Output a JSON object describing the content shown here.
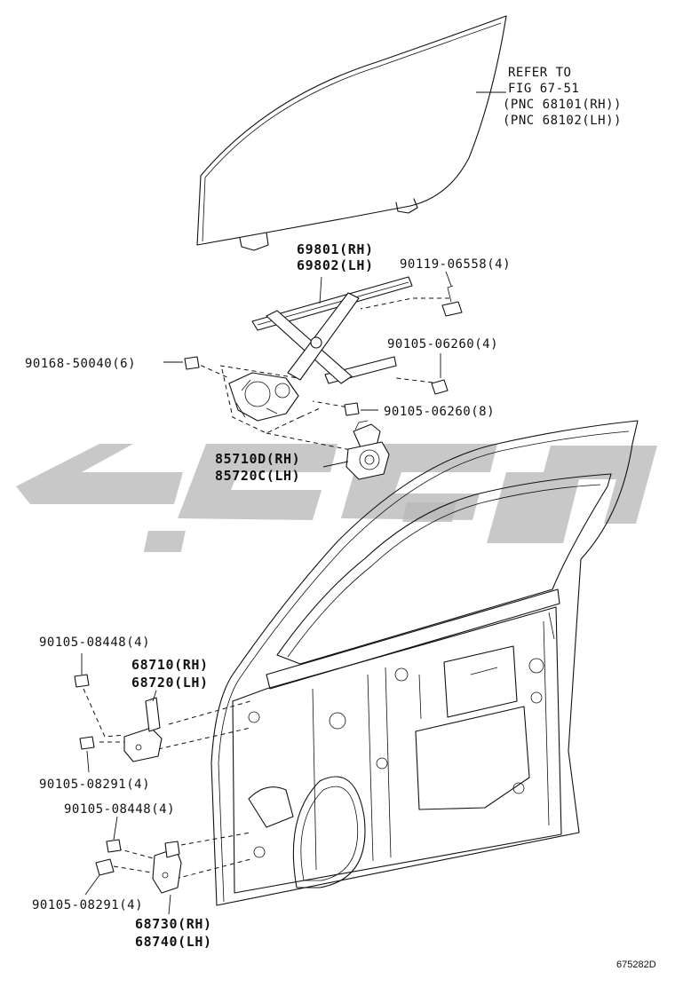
{
  "labels": {
    "glass_ref": [
      "REFER TO",
      "FIG 67-51",
      "(PNC 68101(RH))",
      "(PNC 68102(LH))"
    ],
    "regulator": [
      "69801(RH)",
      "69802(LH)"
    ],
    "bolt_top_right": "90119-06558(4)",
    "bolt_mid_right": "90105-06260(4)",
    "bolt_left": "90168-50040(6)",
    "bolt_lower": "90105-06260(8)",
    "motor": [
      "85710D(RH)",
      "85720C(LH)"
    ],
    "upper_hinge_bolt_top": "90105-08448(4)",
    "upper_hinge": [
      "68710(RH)",
      "68720(LH)"
    ],
    "upper_hinge_bolt_bottom": "90105-08291(4)",
    "lower_hinge_bolt_top": "90105-08448(4)",
    "lower_hinge_bolt_bottom": "90105-08291(4)",
    "lower_hinge": [
      "68730(RH)",
      "68740(LH)"
    ],
    "figure_id": "675282D"
  },
  "icons": [
    "bolt-icon",
    "window-regulator-icon",
    "regulator-motor-icon",
    "door-hinge-icon",
    "door-panel-icon",
    "door-glass-icon",
    "watermark-logo-icon"
  ]
}
